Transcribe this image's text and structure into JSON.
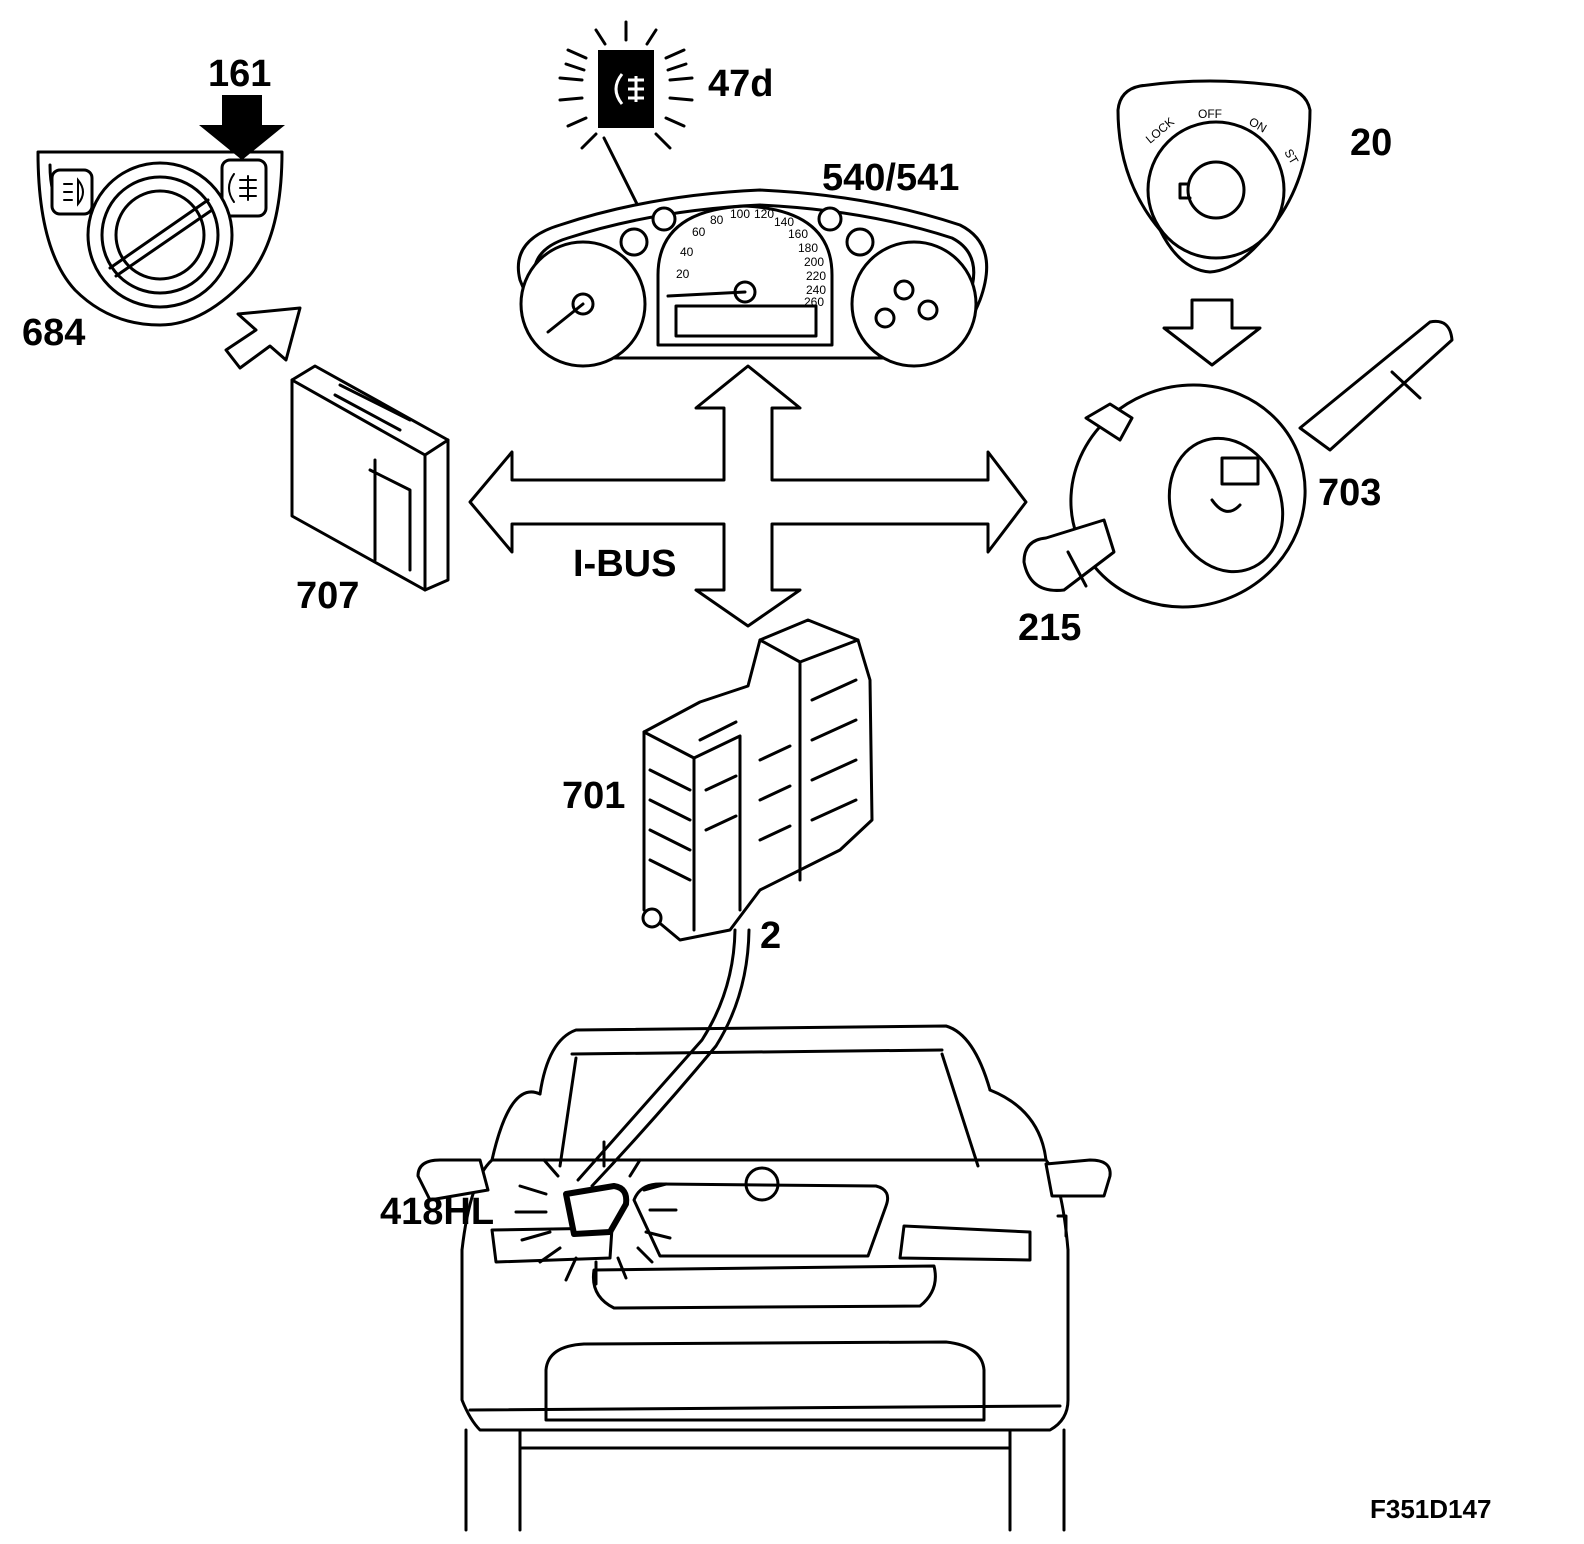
{
  "figure_id": "F351D147",
  "bus_label": "I-BUS",
  "components": {
    "light_switch": "684",
    "fog_button": "161",
    "indicator": "47d",
    "instrument_cluster": "540/541",
    "ignition_switch": "20",
    "ignition_positions": [
      "LOCK",
      "OFF",
      "ON",
      "ST"
    ],
    "stalk_module": "703",
    "stalk_switch": "215",
    "control_module": "707",
    "fuse_box": "701",
    "wire_count": "2",
    "rear_fog_lamp": "418HL"
  },
  "gauge_ticks": [
    "20",
    "40",
    "60",
    "80",
    "100",
    "120",
    "140",
    "160",
    "180",
    "200",
    "220",
    "240",
    "260"
  ]
}
